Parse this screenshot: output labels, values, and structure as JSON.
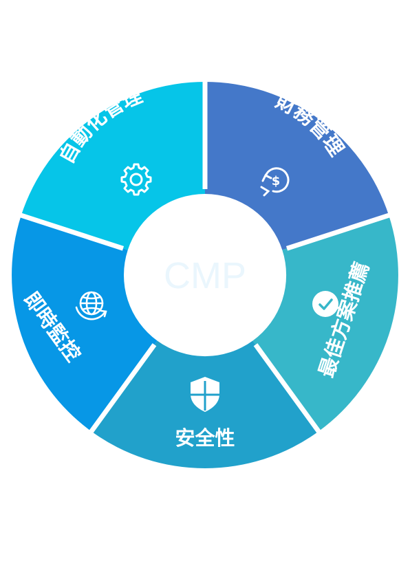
{
  "center": {
    "label": "CMP"
  },
  "segments": [
    {
      "id": "finance",
      "label": "財務管理",
      "icon": "dollar-cycle-icon",
      "color": "#4478c9"
    },
    {
      "id": "recommend",
      "label": "最佳方案推薦",
      "icon": "check-circle-icon",
      "color": "#37b7c9"
    },
    {
      "id": "security",
      "label": "安全性",
      "icon": "shield-icon",
      "color": "#21a1cb"
    },
    {
      "id": "monitor",
      "label": "即時監控",
      "icon": "globe-refresh-icon",
      "color": "#0797e6"
    },
    {
      "id": "automation",
      "label": "自動化管理",
      "icon": "gear-icon",
      "color": "#06c5e8"
    }
  ]
}
